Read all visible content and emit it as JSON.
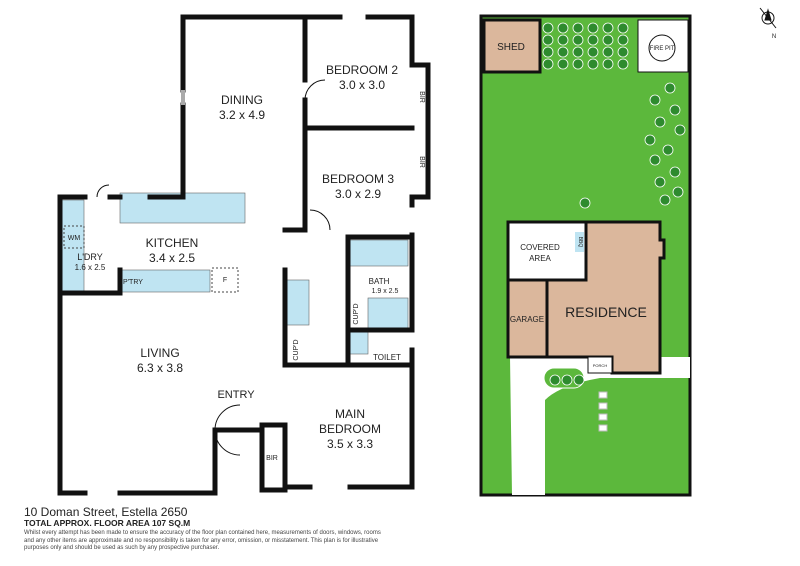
{
  "rooms": {
    "dining": {
      "name": "DINING",
      "size": "3.2 x 4.9"
    },
    "bedroom2": {
      "name": "BEDROOM 2",
      "size": "3.0 x 3.0"
    },
    "bedroom3": {
      "name": "BEDROOM 3",
      "size": "3.0 x 2.9"
    },
    "kitchen": {
      "name": "KITCHEN",
      "size": "3.4 x 2.5"
    },
    "laundry": {
      "name": "L'DRY",
      "size": "1.6 x 2.5"
    },
    "living": {
      "name": "LIVING",
      "size": "6.3 x 3.8"
    },
    "bath": {
      "name": "BATH",
      "size": "1.9 x 2.5"
    },
    "main_bedroom": {
      "name1": "MAIN",
      "name2": "BEDROOM",
      "size": "3.5 x 3.3"
    },
    "entry": "ENTRY",
    "toilet": "TOILET",
    "pantry": "P'TRY",
    "wm": "WM",
    "fridge": "F",
    "bir": "BIR",
    "cupd": "CUP'D"
  },
  "site": {
    "shed": "SHED",
    "fire_pit": "FIRE PIT",
    "covered_area1": "COVERED",
    "covered_area2": "AREA",
    "bbq": "BBQ",
    "garage": "GARAGE",
    "residence": "RESIDENCE",
    "porch": "PORCH"
  },
  "compass": "N",
  "colors": {
    "wall": "#111111",
    "fixture": "#bfe4f2",
    "lawn": "#5cb83c",
    "building": "#dbb79c",
    "tree": "#2e8b2e"
  },
  "footer": {
    "address": "10 Doman Street, Estella 2650",
    "area": "TOTAL APPROX. FLOOR AREA 107 SQ.M",
    "disclaimer": "Whilst every attempt has been made to ensure the accuracy of the floor plan contained here, measurements of doors, windows, rooms and any other items are approximate and no responsibility is taken for any error, omission, or misstatement. This plan is for illustrative purposes only and should be used as such by any prospective purchaser."
  }
}
